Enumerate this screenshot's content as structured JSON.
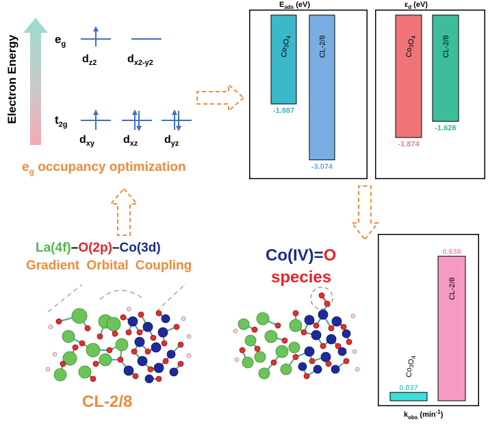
{
  "energy_axis": {
    "label": "Electron Energy"
  },
  "orbitals": {
    "eg_label": "e",
    "eg_sub": "g",
    "t2g_label": "t",
    "t2g_sub": "2g",
    "dz2": "d",
    "dz2_sub": "z2",
    "dx2y2": "d",
    "dx2y2_sub": "x2-y2",
    "dxy": "d",
    "dxy_sub": "xy",
    "dxz": "d",
    "dxz_sub": "xz",
    "dyz": "d",
    "dyz_sub": "yz"
  },
  "caption": {
    "prefix": "e",
    "sub": "g",
    "text": " occupancy optimization"
  },
  "coupling": {
    "la": "La(4f)",
    "dash1": "–",
    "o": "O(2p)",
    "dash2": "–",
    "co": "Co(3d)",
    "line2": "Gradient Orbital Coupling"
  },
  "species": {
    "line1a": "Co(IV)=",
    "line1b": "O",
    "line2": "species"
  },
  "structure_label": "CL-2/8",
  "colors": {
    "green": "#4fb848",
    "red": "#e8232a",
    "navy": "#1a2a8c",
    "orange": "#ef8a3a",
    "blue_line": "#3f6fc6",
    "teal_text": "#35b3c0",
    "skyblue_text": "#6ea6dc",
    "pink_text": "#e97a86",
    "green_text": "#33b290",
    "pink2_text": "#ef8fba"
  },
  "chart_data": [
    {
      "type": "bar",
      "title": "E",
      "title_sub": "ads",
      "title_unit": " (eV)",
      "categories": [
        "Co3O4",
        "CL-2/8"
      ],
      "values": [
        -1.887,
        -3.074
      ],
      "value_labels": [
        "-1.887",
        "-3.074"
      ],
      "colors": [
        "#3bb8c9",
        "#78aee2"
      ],
      "label_colors": [
        "#35b3c0",
        "#6ea6dc"
      ],
      "ylim": [
        -3.6,
        0
      ]
    },
    {
      "type": "bar",
      "title": "ε",
      "title_sub": "d",
      "title_unit": " (eV)",
      "categories": [
        "Co3O4",
        "CL-2/8"
      ],
      "values": [
        -1.874,
        -1.626
      ],
      "value_labels": [
        "-1.874",
        "-1.626"
      ],
      "colors": [
        "#ee7479",
        "#3cbd9c"
      ],
      "label_colors": [
        "#e97a86",
        "#33b290"
      ],
      "ylim": [
        -2.7,
        0
      ]
    },
    {
      "type": "bar",
      "xlabel": "k",
      "xlabel_sub": "obs",
      "xlabel_unit": " (min",
      "xlabel_sup": "-1",
      "xlabel_end": ")",
      "categories": [
        "Co3O4",
        "CL-2/8"
      ],
      "values": [
        0.037,
        0.638
      ],
      "value_labels": [
        "0.037",
        "0.638"
      ],
      "colors": [
        "#3fdcd8",
        "#f59bc2"
      ],
      "label_colors": [
        "#56cfd3",
        "#ef8fba"
      ],
      "ylim": [
        0,
        0.8
      ]
    }
  ]
}
